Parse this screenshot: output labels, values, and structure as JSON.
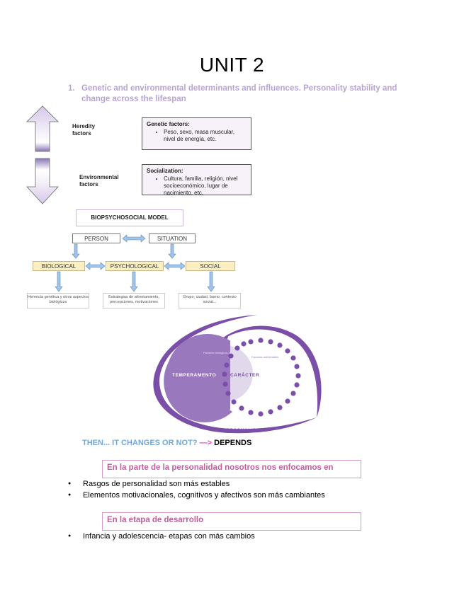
{
  "document": {
    "title": "UNIT 2",
    "heading": {
      "number": "1.",
      "text": "Genetic and environmental determinants and influences. Personality stability and change across the lifespan"
    }
  },
  "factors_diagram": {
    "heredity_label": "Heredity factors",
    "environmental_label": "Environmental factors",
    "genetic_box": {
      "heading": "Genetic factors:",
      "items": [
        "Peso, sexo, masa muscular, nivel de energía, etc."
      ]
    },
    "socialization_box": {
      "heading": "Socialization:",
      "items": [
        "Cultura, familia, religión, nivel socioeconómico, lugar de nacimiento, etc."
      ]
    },
    "colors": {
      "arrow_fill": "#d6c7ea",
      "arrow_dark": "#8a74b4"
    }
  },
  "biopsychosocial_model": {
    "title": "BIOPSYCHOSOCIAL MODEL",
    "person": "PERSON",
    "situation": "SITUATION",
    "biological": "BIOLOGICAL",
    "psychological": "PSYCHOLOGICAL",
    "social": "SOCIAL",
    "biological_detail": "Herencia genética y otros aspectos biológicos",
    "psychological_detail": "Estrategias de afrontamiento, percepciones, motivaciones",
    "social_detail": "Grupo, ciudad, barrio, contexto social...",
    "colors": {
      "arrow": "#9fc5e8",
      "node_fill": "#fbeec1"
    }
  },
  "personality_diagram": {
    "temperamento_label": "TEMPERAMENTO",
    "temperamento_sub": "Factores biológicos innatos",
    "caracter_label": "CARÁCTER",
    "caracter_sub": "Factores ambientales",
    "personalidad_label": "PERSONALIDAD",
    "colors": {
      "primary": "#7b4fa8",
      "dark_circle": "#9a78bd",
      "light_circle": "#e2d8ec"
    }
  },
  "then_line": {
    "question": "THEN... IT CHANGES OR NOT?",
    "arrow": "—>",
    "answer": "DEPENDS"
  },
  "section_personality": {
    "box_label": "En la parte de la personalidad nosotros nos enfocamos en",
    "bullets": [
      "Rasgos de personalidad son más estables",
      "Elementos motivacionales, cognitivos y afectivos son más cambiantes"
    ]
  },
  "section_development": {
    "box_label": "En la etapa de desarrollo",
    "bullets": [
      "Infancia y adolescencia- etapas con más cambios"
    ]
  }
}
